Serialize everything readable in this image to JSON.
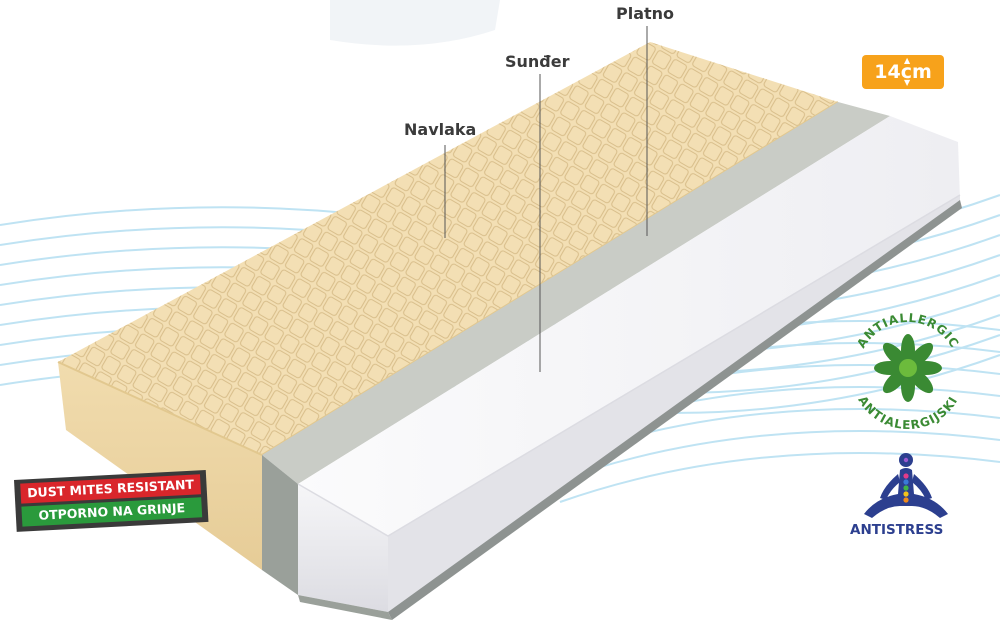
{
  "labels": {
    "cover": "Navlaka",
    "foam": "Sunđer",
    "fabric": "Platno"
  },
  "thickness_badge": {
    "value": "14",
    "unit": "cm"
  },
  "dust_badge": {
    "line_en": "DUST MITES RESISTANT",
    "line_sr": "OTPORNO NA GRINJE"
  },
  "antiallergic_badge": {
    "text_top": "ANTIALLERGIC",
    "text_bottom": "ANTIALERGIJSKI"
  },
  "antistress_badge": {
    "label": "ANTISTRESS"
  },
  "colors": {
    "cover": "#f3dfb4",
    "cover_quilt": "#d9bf8c",
    "foam_white": "#f4f4f6",
    "fabric_grey": "#c9ccc6",
    "wave": "#bfe3f3",
    "orange": "#f7a21b",
    "antiallergic_green": "#3a8a33",
    "antistress_blue": "#2c3f8f"
  }
}
